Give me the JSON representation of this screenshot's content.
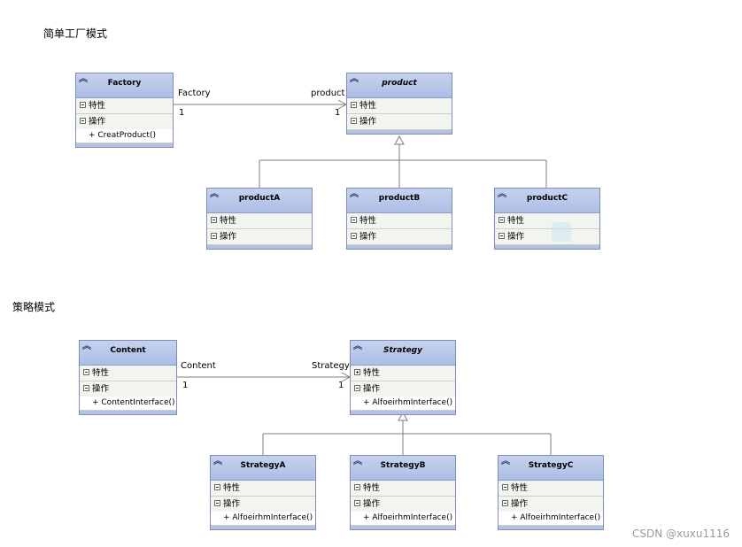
{
  "sections": {
    "simple_factory": "简单工厂模式",
    "strategy": "策略模式"
  },
  "compartments": {
    "attributes": "特性",
    "operations": "操作"
  },
  "simple_factory": {
    "factory": {
      "name": "Factory",
      "ops": [
        "+ CreatProduct()"
      ]
    },
    "product": {
      "name": "product"
    },
    "productA": {
      "name": "productA"
    },
    "productB": {
      "name": "productB"
    },
    "productC": {
      "name": "productC"
    },
    "association": {
      "source_role": "Factory",
      "source_mult": "1",
      "target_role": "product",
      "target_mult": "1"
    }
  },
  "strategy": {
    "content": {
      "name": "Content",
      "ops": [
        "+ ContentInterface()"
      ]
    },
    "strategy": {
      "name": "Strategy",
      "ops": [
        "+ AlfoeirhmInterface()"
      ]
    },
    "strategyA": {
      "name": "StrategyA",
      "ops": [
        "+ AlfoeirhmInterface()"
      ]
    },
    "strategyB": {
      "name": "StrategyB",
      "ops": [
        "+ AlfoeirhmInterface()"
      ]
    },
    "strategyC": {
      "name": "StrategyC",
      "ops": [
        "+ AlfoeirhmInterface()"
      ]
    },
    "association": {
      "source_role": "Content",
      "source_mult": "1",
      "target_role": "Strategy",
      "target_mult": "1"
    }
  },
  "watermark": "CSDN @xuxu1116"
}
